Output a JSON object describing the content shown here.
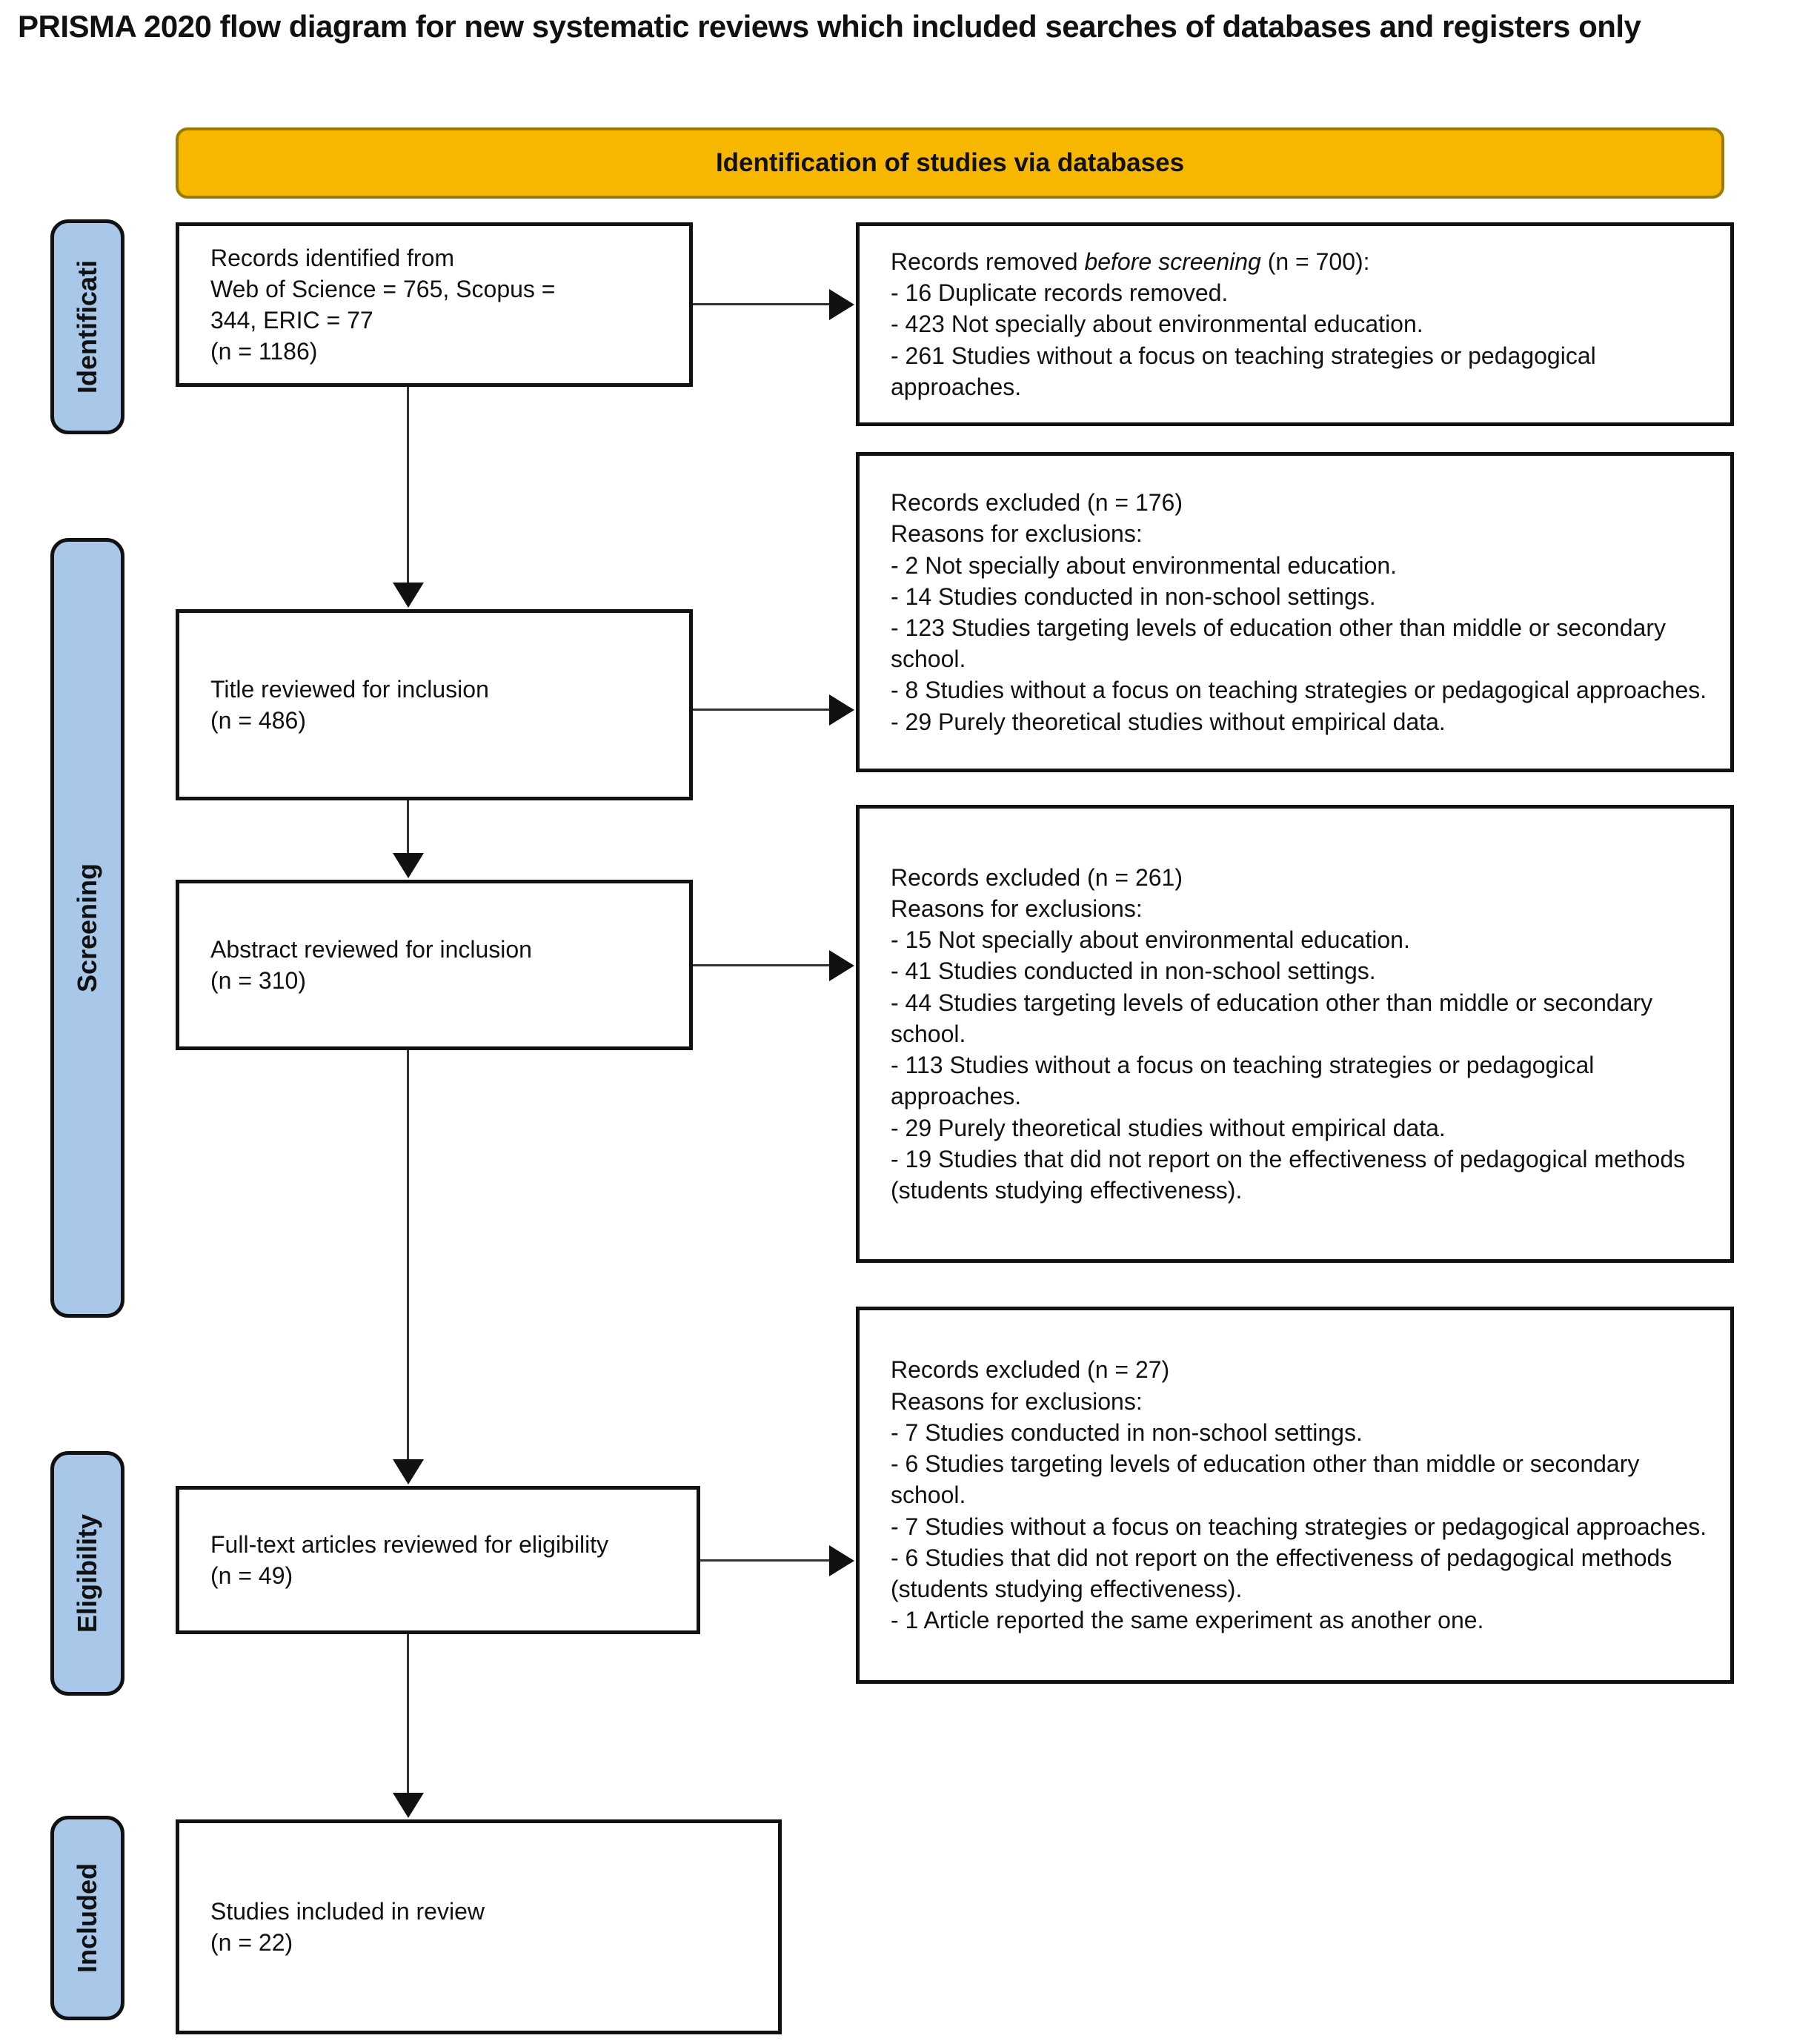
{
  "page": {
    "title": "PRISMA 2020 flow diagram for new systematic reviews which included searches of databases and registers only"
  },
  "banner": {
    "label": "Identification of studies via databases"
  },
  "stage_labels": {
    "identification": "Identificati",
    "screening": "Screening",
    "eligibility": "Eligibility",
    "included": "Included"
  },
  "left_boxes": {
    "records_identified": {
      "lines": [
        "Records identified from",
        "Web of Science = 765, Scopus =",
        "344, ERIC = 77",
        "(n = 1186)"
      ]
    },
    "title_reviewed": {
      "lines": [
        "Title reviewed for inclusion",
        "(n = 486)"
      ]
    },
    "abstract_reviewed": {
      "lines": [
        "Abstract reviewed for inclusion",
        "(n = 310)"
      ]
    },
    "fulltext_reviewed": {
      "lines": [
        "Full-text articles reviewed for eligibility",
        "(n = 49)"
      ]
    },
    "studies_included": {
      "lines": [
        "Studies included in review",
        "(n = 22)"
      ]
    }
  },
  "right_boxes": {
    "removed_before_screening": {
      "title_prefix": "Records removed ",
      "title_italic": "before screening",
      "title_suffix": " (n = 700):",
      "bullets": [
        "- 16 Duplicate records removed.",
        "- 423 Not specially about environmental education.",
        "- 261 Studies without a focus on teaching strategies or pedagogical approaches."
      ]
    },
    "excluded_title": {
      "heading": "Records excluded (n = 176)",
      "reasons_label": "Reasons for exclusions:",
      "bullets": [
        "- 2 Not specially about environmental education.",
        "- 14 Studies conducted in non-school settings.",
        "- 123 Studies targeting levels of education other than middle or secondary school.",
        "- 8 Studies without a focus on teaching strategies or pedagogical approaches.",
        "- 29 Purely theoretical studies without empirical data."
      ]
    },
    "excluded_abstract": {
      "heading": "Records excluded (n = 261)",
      "reasons_label": "Reasons for exclusions:",
      "bullets": [
        "- 15 Not specially about environmental education.",
        "- 41 Studies conducted in non-school settings.",
        "- 44 Studies targeting levels of education other than middle or secondary school.",
        "- 113 Studies without a focus on teaching strategies or pedagogical approaches.",
        "- 29 Purely theoretical studies without empirical data.",
        "- 19 Studies that did not report on the effectiveness of pedagogical methods (students studying effectiveness)."
      ]
    },
    "excluded_fulltext": {
      "heading": "Records excluded (n = 27)",
      "reasons_label": "Reasons for exclusions:",
      "bullets": [
        "- 7 Studies conducted in non-school settings.",
        "- 6 Studies targeting levels of education other than middle or secondary school.",
        "- 7 Studies without a focus on teaching strategies or pedagogical approaches.",
        "- 6 Studies that did not report on the effectiveness of pedagogical methods (students studying effectiveness).",
        "- 1 Article reported the same experiment as another one."
      ]
    }
  },
  "colors": {
    "banner_fill": "#F7B600",
    "banner_border": "#9A7B00",
    "stage_label_fill": "#A9C7E8",
    "box_border": "#111111",
    "arrow": "#333333"
  }
}
